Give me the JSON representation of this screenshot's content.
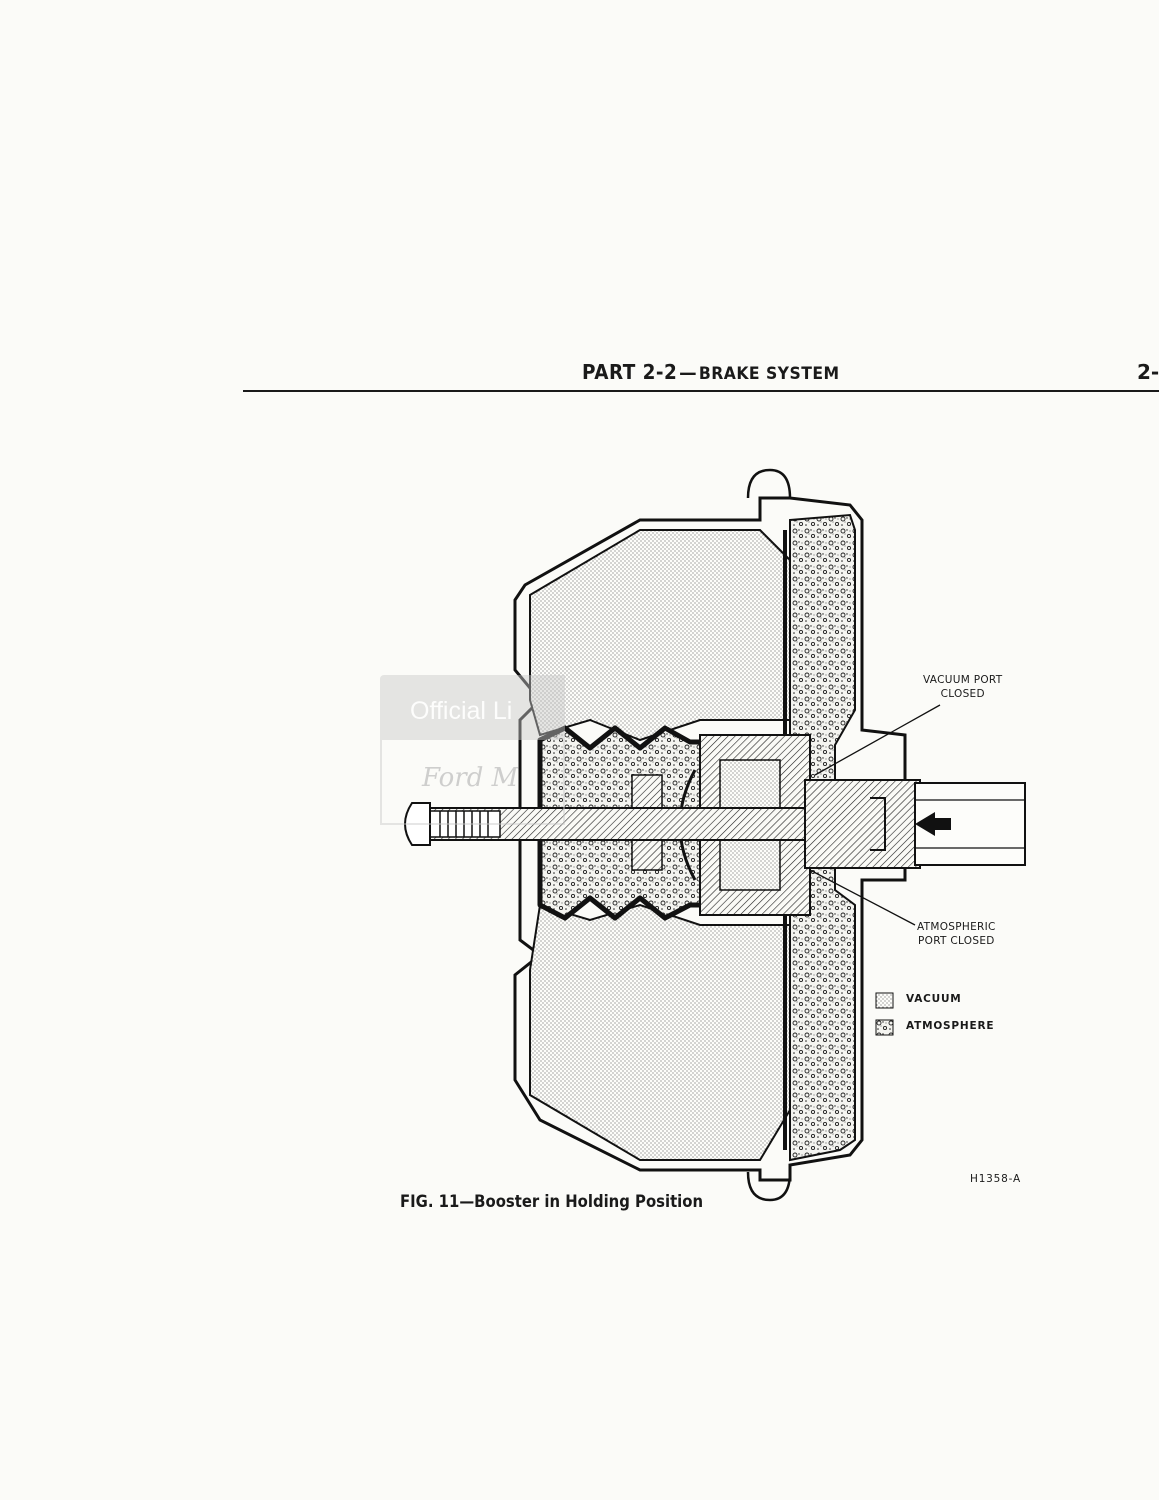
{
  "header": {
    "part": "PART 2-2",
    "dash": "—",
    "title": "BRAKE SYSTEM",
    "page_number": "2-"
  },
  "figure": {
    "callouts": {
      "vacuum_port_line1": "VACUUM PORT",
      "vacuum_port_line2": "CLOSED",
      "atmospheric_port_line1": "ATMOSPHERIC",
      "atmospheric_port_line2": "PORT CLOSED"
    },
    "legend": [
      {
        "label": "VACUUM",
        "pattern": "fine-dots"
      },
      {
        "label": "ATMOSPHERE",
        "pattern": "bubbles"
      }
    ],
    "code": "H1358-A",
    "caption": "FIG. 11—Booster in Holding Position"
  },
  "watermark": {
    "text": "Official Li",
    "script": "Ford M"
  }
}
